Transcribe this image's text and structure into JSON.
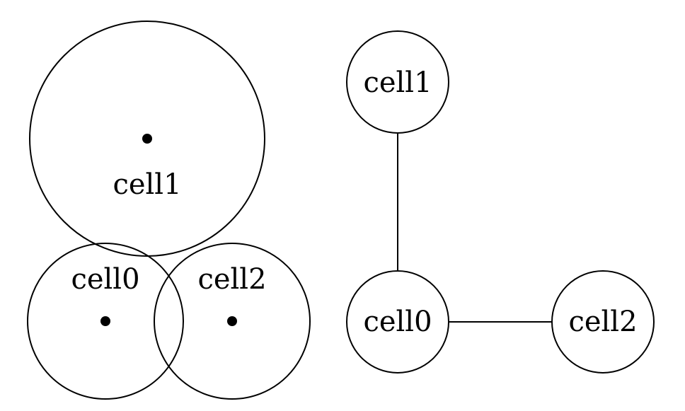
{
  "left_diagram": {
    "cells": [
      {
        "label": "cell1"
      },
      {
        "label": "cell0"
      },
      {
        "label": "cell2"
      }
    ]
  },
  "right_graph": {
    "nodes": [
      {
        "label": "cell1"
      },
      {
        "label": "cell0"
      },
      {
        "label": "cell2"
      }
    ],
    "edges": [
      {
        "from": "cell0",
        "to": "cell1"
      },
      {
        "from": "cell0",
        "to": "cell2"
      }
    ]
  }
}
